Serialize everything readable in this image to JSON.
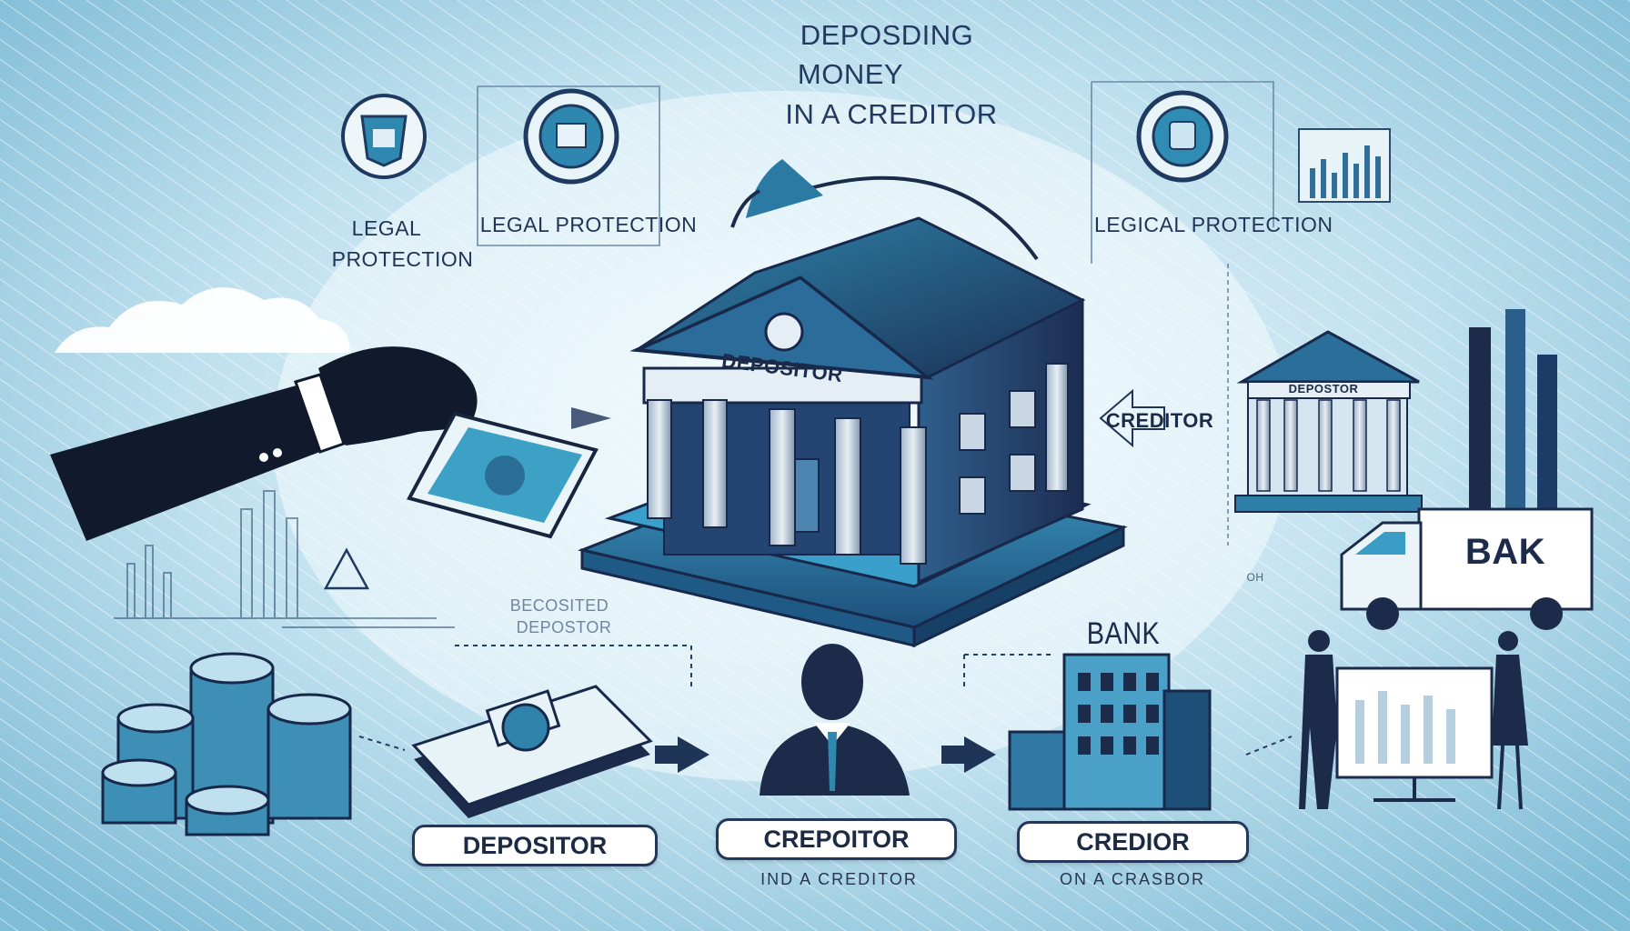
{
  "title": {
    "line1": "DEPOSDING",
    "line2": "MONEY",
    "line3": "IN A CREDITOR"
  },
  "legal_labels": {
    "left_line1": "LEGAL",
    "left_line2": "PROTECTION",
    "center": "LEGAL PROTECTION",
    "right": "LEGICAL PROTECTION"
  },
  "bank_building": {
    "pediment_text": "DEPOSITOR"
  },
  "side_labels": {
    "creditor": "CREDITOR",
    "small_bank_text": "DEPOSTOR"
  },
  "faded_caption": {
    "line1": "BECOSITED",
    "line2": "DEPOSTOR"
  },
  "truck_label": "BAK",
  "bank_tower_label": "BANK",
  "tiny_label": "OH",
  "pills": [
    {
      "label": "DEPOSITOR",
      "caption": ""
    },
    {
      "label": "CREPOITOR",
      "caption": "IND A CREDITOR"
    },
    {
      "label": "CREDIOR",
      "caption": "ON A CRASBOR"
    }
  ],
  "colors": {
    "background": "#a9d4e6",
    "accent_blue": "#2c7ea6",
    "navy": "#1c2b4a",
    "pale": "#e9f5fa"
  },
  "icons": [
    "hand-holding-money-icon",
    "banknote-icon",
    "bank-building-icon",
    "coin-stack-icon",
    "money-stack-icon",
    "businessman-icon",
    "office-tower-icon",
    "delivery-truck-icon",
    "two-people-chart-icon",
    "shield-emblem-icon",
    "arrow-right-icon",
    "cloud-icon",
    "warning-triangle-icon",
    "bar-chart-icon",
    "curved-arrow-icon"
  ]
}
